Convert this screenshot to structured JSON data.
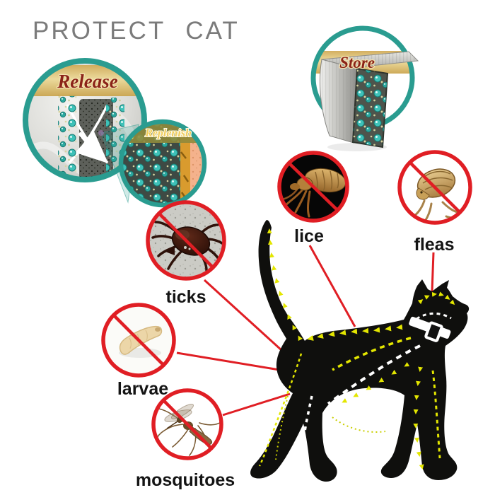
{
  "title": "PROTECT CAT",
  "mechanism": {
    "steps": [
      {
        "id": "release",
        "label": "Release"
      },
      {
        "id": "replenish",
        "label": "Replenish"
      },
      {
        "id": "store",
        "label": "Store"
      }
    ]
  },
  "pests": [
    {
      "id": "lice",
      "label": "lice",
      "icon": "no-lice-icon"
    },
    {
      "id": "fleas",
      "label": "fleas",
      "icon": "no-fleas-icon"
    },
    {
      "id": "ticks",
      "label": "ticks",
      "icon": "no-ticks-icon"
    },
    {
      "id": "larvae",
      "label": "larvae",
      "icon": "no-larvae-icon"
    },
    {
      "id": "mosquitoes",
      "label": "mosquitoes",
      "icon": "no-mosquitoes-icon"
    }
  ],
  "icons": [
    "cat-silhouette",
    "collar-with-buckle",
    "ingredient-bead",
    "spread-arrow-trail"
  ],
  "colors": {
    "teal_ring": "#2a9c90",
    "gold_band": "#d9ba68",
    "step_text_maroon": "#8b2318",
    "replenish_text_gold": "#f0cc5a",
    "prohibition_red": "#e01e24",
    "bead_teal": "#3ec1b8",
    "trail_yellow": "#e3e600",
    "trail_white": "#ffffff",
    "cat_black": "#0f0f0d",
    "title_gray": "#7b7b7b",
    "label_black": "#141414"
  }
}
